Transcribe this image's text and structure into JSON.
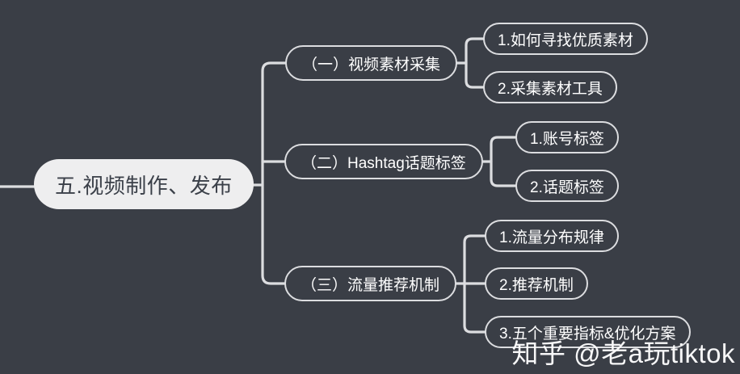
{
  "canvas": {
    "background_color": "#3a3e46",
    "line_color": "#dcdde0",
    "root_fill_color": "#eeeeef",
    "node_text_color": "#ffffff"
  },
  "mindmap": {
    "root": {
      "label": "五.视频制作、发布"
    },
    "branches": [
      {
        "label": "（一）视频素材采集",
        "children": [
          {
            "label": "1.如何寻找优质素材"
          },
          {
            "label": "2.采集素材工具"
          }
        ]
      },
      {
        "label": "（二）Hashtag话题标签",
        "children": [
          {
            "label": "1.账号标签"
          },
          {
            "label": "2.话题标签"
          }
        ]
      },
      {
        "label": "（三）流量推荐机制",
        "children": [
          {
            "label": "1.流量分布规律"
          },
          {
            "label": "2.推荐机制"
          },
          {
            "label": "3.五个重要指标&优化方案"
          }
        ]
      }
    ]
  },
  "watermark": {
    "text": "知乎 @老a玩tiktok"
  }
}
